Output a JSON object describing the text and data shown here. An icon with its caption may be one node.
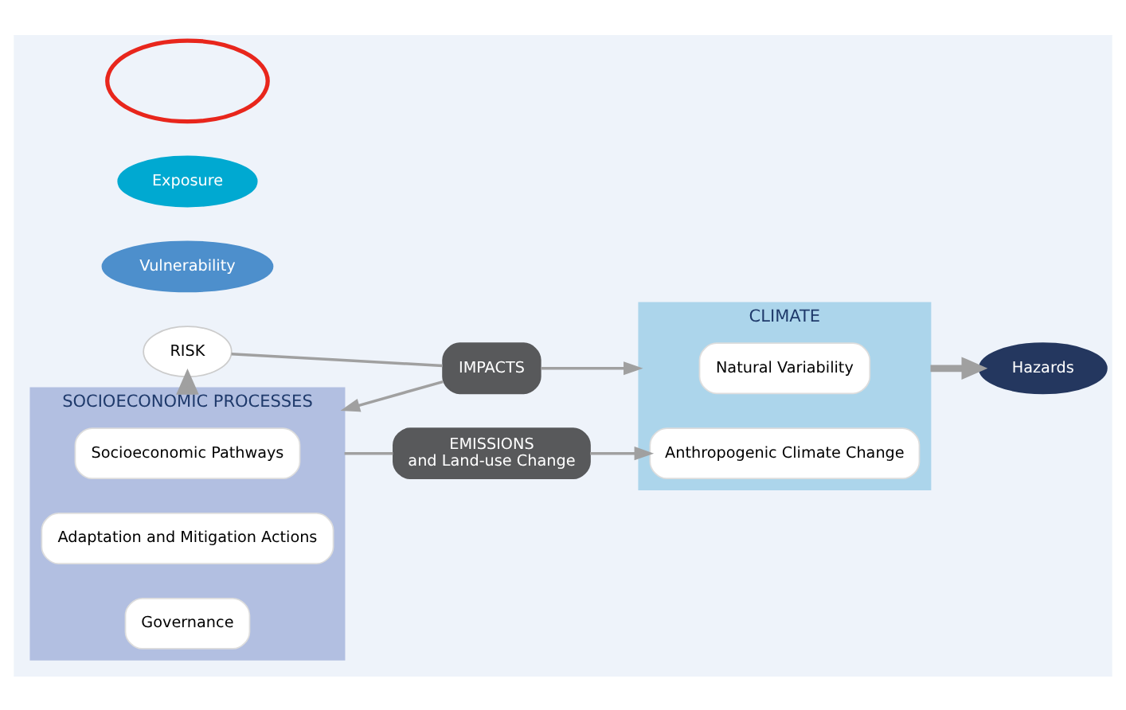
{
  "diagram": {
    "nodes": [
      {
        "text": [
          "IMPACTS"
        ]
      },
      {
        "text": [
          "CLIMATE"
        ]
      },
      {
        "text": [
          "Natural Variability"
        ],
        "in": 1
      },
      {
        "text": [
          "Anthropogenic Climate Change"
        ],
        "in": 1
      },
      {
        "text": [
          "Hazards"
        ]
      },
      {
        "text": [
          "Vulnerability"
        ]
      },
      {
        "text": [
          "Exposure"
        ]
      },
      {
        "text": [
          "RISK"
        ]
      },
      {
        "text": [
          "SOCIOECONOMIC PROCESSES"
        ]
      },
      {
        "text": [
          "Socioeconomic Pathways"
        ],
        "in": 8
      },
      {
        "text": [
          "Adaptation and Mitigation Actions"
        ],
        "in": 8
      },
      {
        "text": [
          "Governance"
        ],
        "in": 8
      },
      {
        "text": [
          "EMISSIONS",
          "and Land-use Change"
        ]
      },
      {
        "text": [],
        "shape": "ellipse"
      }
    ],
    "edges": [
      {
        "from": 0,
        "to": 1,
        "arrow": "to"
      },
      {
        "from": 0,
        "to": 8,
        "arrow": "to"
      },
      {
        "from": 7,
        "to": 0,
        "arrow": "none"
      },
      {
        "from": 8,
        "to": 12,
        "arrow": "none"
      },
      {
        "from": 12,
        "to": 3,
        "arrow": "to"
      },
      {
        "from": 1,
        "to": 4,
        "arrow": "to",
        "style": "thick"
      },
      {
        "from": 8,
        "to": 7,
        "arrow": "to",
        "style": "thick"
      }
    ]
  }
}
